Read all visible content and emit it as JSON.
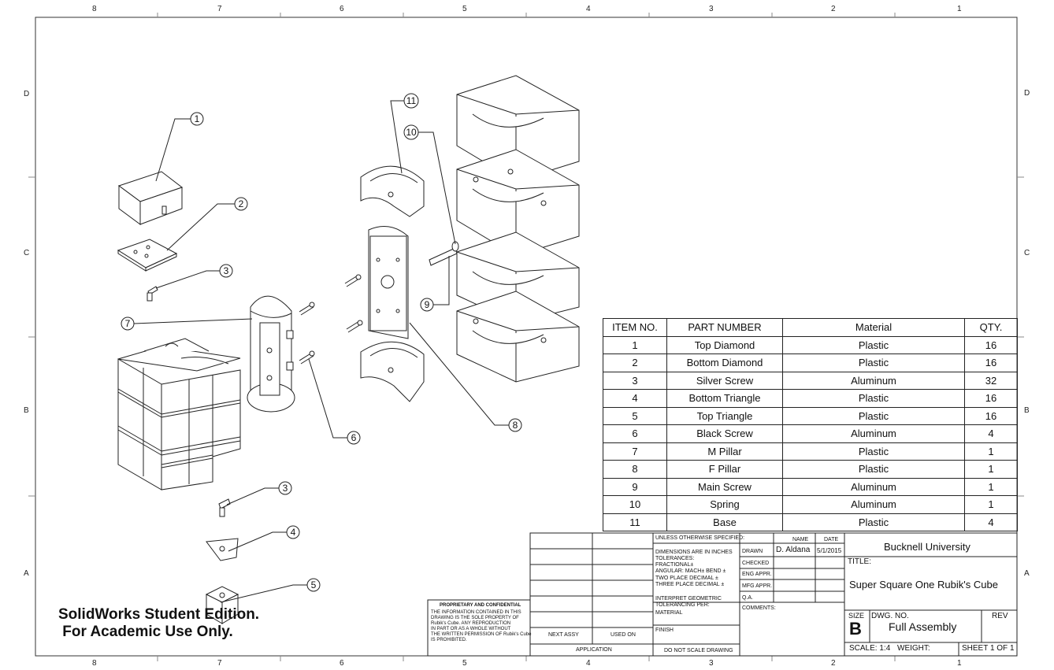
{
  "zones": {
    "top_numbers": [
      "8",
      "7",
      "6",
      "5",
      "4",
      "3",
      "2",
      "1"
    ],
    "side_letters": [
      "D",
      "C",
      "B",
      "A"
    ]
  },
  "balloons": [
    "1",
    "2",
    "3",
    "7",
    "6",
    "3",
    "4",
    "5",
    "11",
    "10",
    "9",
    "8"
  ],
  "bom": {
    "headers": [
      "ITEM NO.",
      "PART NUMBER",
      "Material",
      "QTY."
    ],
    "rows": [
      [
        "1",
        "Top Diamond",
        "Plastic",
        "16"
      ],
      [
        "2",
        "Bottom Diamond",
        "Plastic",
        "16"
      ],
      [
        "3",
        "Silver Screw",
        "Aluminum",
        "32"
      ],
      [
        "4",
        "Bottom Triangle",
        "Plastic",
        "16"
      ],
      [
        "5",
        "Top Triangle",
        "Plastic",
        "16"
      ],
      [
        "6",
        "Black Screw",
        "Aluminum",
        "4"
      ],
      [
        "7",
        "M Pillar",
        "Plastic",
        "1"
      ],
      [
        "8",
        "F Pillar",
        "Plastic",
        "1"
      ],
      [
        "9",
        "Main Screw",
        "Aluminum",
        "1"
      ],
      [
        "10",
        "Spring",
        "Aluminum",
        "1"
      ],
      [
        "11",
        "Base",
        "Plastic",
        "4"
      ]
    ]
  },
  "title_block": {
    "unless": "UNLESS OTHERWISE SPECIFIED:",
    "name_hdr": "NAME",
    "date_hdr": "DATE",
    "dims_1": "DIMENSIONS ARE IN INCHES",
    "dims_2": "TOLERANCES:",
    "dims_3": "FRACTIONAL±",
    "dims_4": "ANGULAR: MACH±    BEND ±",
    "dims_5": "TWO PLACE DECIMAL    ±",
    "dims_6": "THREE PLACE DECIMAL  ±",
    "interp_1": "INTERPRET GEOMETRIC",
    "interp_2": "TOLERANCING PER:",
    "material": "MATERIAL",
    "finish": "FINISH",
    "no_scale": "DO NOT SCALE DRAWING",
    "drawn": "DRAWN",
    "drawn_name": "D. Aldana",
    "drawn_date": "5/1/2015",
    "checked": "CHECKED",
    "eng_appr": "ENG APPR.",
    "mfg_appr": "MFG APPR.",
    "qa": "Q.A.",
    "comments": "COMMENTS:",
    "company": "Bucknell University",
    "title_label": "TITLE:",
    "title": "Super Square One Rubik's Cube",
    "size_label": "SIZE",
    "size": "B",
    "dwg_label": "DWG.  NO.",
    "dwg": "Full Assembly",
    "rev_label": "REV",
    "scale": "SCALE: 1:4",
    "weight": "WEIGHT:",
    "sheet": "SHEET 1 OF 1",
    "next_assy": "NEXT ASSY",
    "used_on": "USED ON",
    "application": "APPLICATION",
    "prop_title": "PROPRIETARY AND CONFIDENTIAL",
    "prop_lines": [
      "THE INFORMATION CONTAINED IN THIS",
      "DRAWING IS THE SOLE PROPERTY OF",
      "Rubik's Cube.  ANY REPRODUCTION",
      "IN PART OR AS A WHOLE WITHOUT",
      "THE WRITTEN PERMISSION OF Rubik's Cube",
      "IS PROHIBITED."
    ]
  },
  "watermark": {
    "line1": "SolidWorks Student Edition.",
    "line2": " For Academic Use Only."
  }
}
